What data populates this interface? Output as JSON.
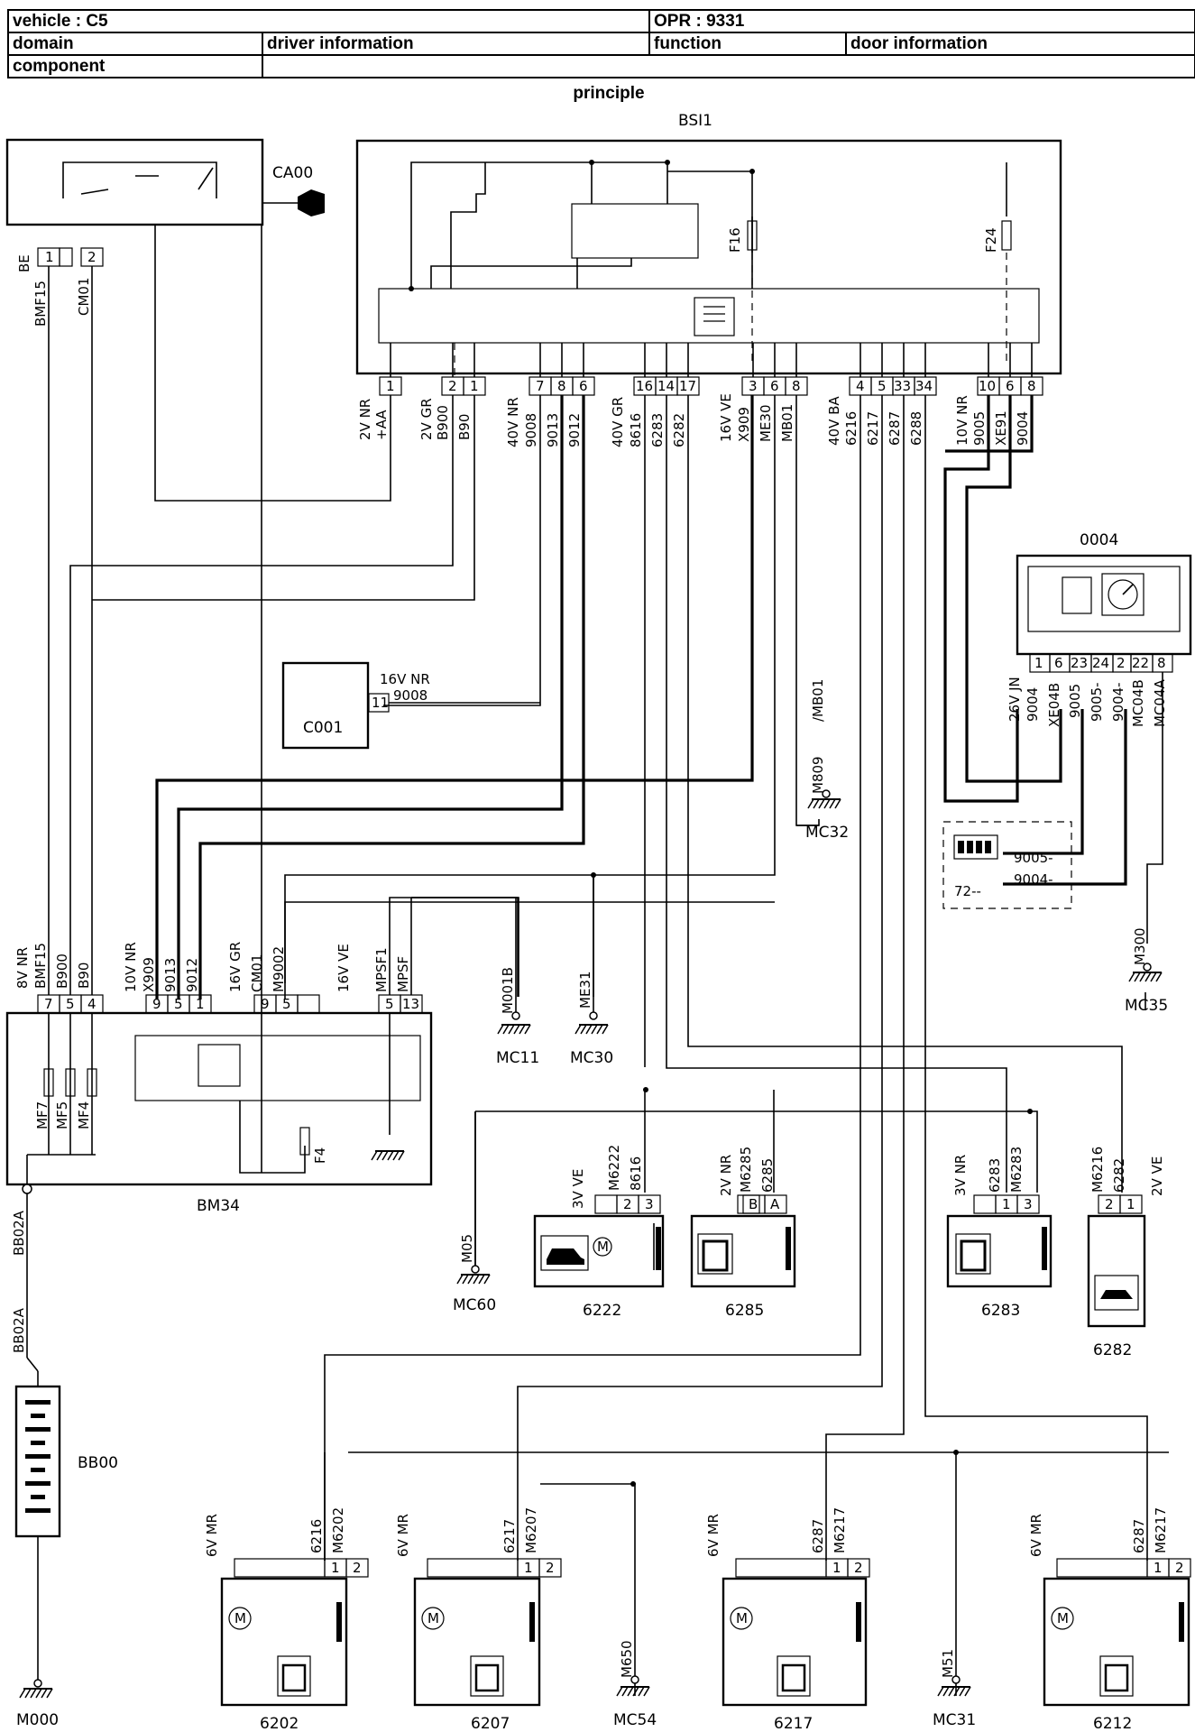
{
  "header": {
    "vehicle_label": "vehicle : C5",
    "opr_label": "OPR : 9331",
    "domain_label": "domain",
    "domain_value": "driver information",
    "function_label": "function",
    "function_value": "door information",
    "component_label": "component",
    "component_value": ""
  },
  "principle_label": "principle",
  "components": {
    "bsi": "BSI1",
    "ignition": "CA00",
    "c001": "C001",
    "bm34": "BM34",
    "cluster": "0004",
    "bb00": "BB00",
    "sw6222": "6222",
    "sw6285": "6285",
    "sw6283": "6283",
    "sw6282": "6282",
    "door6202": "6202",
    "door6207": "6207",
    "door6217": "6217",
    "door6212": "6212",
    "diag": "72--"
  },
  "grounds": {
    "mc32": "MC32",
    "mc35": "MC35",
    "mc11": "MC11",
    "mc30": "MC30",
    "mc60": "MC60",
    "mc54": "MC54",
    "mc31": "MC31",
    "m000": "M000"
  },
  "ground_wires": {
    "m809": "M809",
    "mb01": "/MB01",
    "m300": "M300",
    "m001b": "M001B",
    "me31": "ME31",
    "m05": "M05",
    "m650": "M650",
    "m51": "M51"
  },
  "fuses": {
    "f16": "F16",
    "f24": "F24",
    "mf7": "MF7",
    "mf5": "MF5",
    "mf4": "MF4",
    "f4": "F4"
  },
  "connectors": {
    "bsi_1v": "2V NR",
    "bsi_2v": "2V GR",
    "bsi_40nr": "40V NR",
    "bsi_40gr": "40V GR",
    "bsi_16ve": "16V VE",
    "bsi_40ba": "40V BA",
    "bsi_10nr": "10V NR",
    "c001_conn": "16V NR",
    "cluster_conn": "26V JN",
    "bm34_8nr": "8V NR",
    "bm34_10nr": "10V NR",
    "bm34_16gr": "16V GR",
    "bm34_16ve": "16V VE",
    "s6222": "3V VE",
    "s6285": "2V NR",
    "s6283": "3V NR",
    "s6282": "2V VE",
    "d6202": "6V MR",
    "d6207": "6V MR",
    "d6217": "6V MR",
    "d6212": "6V MR",
    "ca00_be": "BE"
  },
  "wires": {
    "ca_bmf15": "BMF15",
    "ca_cm01": "CM01",
    "aa": "+AA",
    "b900": "B900",
    "b90": "B90",
    "w9008": "9008",
    "w9013": "9013",
    "w9012": "9012",
    "w8616": "8616",
    "w6283": "6283",
    "w6282": "6282",
    "x909": "X909",
    "me30": "ME30",
    "mb01": "MB01",
    "w6216": "6216",
    "w6217": "6217",
    "w6287": "6287",
    "w6288": "6288",
    "w9005": "9005",
    "xe91": "XE91",
    "w9004": "9004",
    "c_9004": "9004",
    "c_xe04b": "XE04B",
    "c_9005": "9005",
    "c_9005m": "9005-",
    "c_9004m": "9004-",
    "c_mc04b": "MC04B",
    "c_mc04a": "MC04A",
    "c001_9008": "9008",
    "bm_bmf15": "BMF15",
    "bm_b900": "B900",
    "bm_b90": "B90",
    "bm_x909": "X909",
    "bm_9013": "9013",
    "bm_9012": "9012",
    "bm_cm01": "CM01",
    "bm_m9002": "M9002",
    "bm_mpsf1": "MPSF1",
    "bm_mpsf": "MPSF",
    "bb02a": "BB02A",
    "s1_m6222": "M6222",
    "s1_8616": "8616",
    "s2_m6285": "M6285",
    "s2_6285": "6285",
    "s3_6283": "6283",
    "s3_m6283": "M6283",
    "s4_m6216": "M6216",
    "s4_6282": "6282",
    "d1_6216": "6216",
    "d1_m6202": "M6202",
    "d2_6217": "6217",
    "d2_m6207": "M6207",
    "d3_6287": "6287",
    "d3_m6217": "M6217",
    "d4_6287": "6287",
    "d4_m6217": "M6217",
    "diag_9005": "9005-",
    "diag_9004": "9004-"
  },
  "pins": {
    "bsi": [
      "1",
      "2",
      "1",
      "7",
      "8",
      "6",
      "16",
      "14",
      "17",
      "3",
      "6",
      "8",
      "4",
      "5",
      "33",
      "34",
      "10",
      "6",
      "8"
    ],
    "cluster": [
      "1",
      "6",
      "23",
      "24",
      "2",
      "22",
      "8"
    ],
    "bm34_a": [
      "7",
      "5",
      "4"
    ],
    "bm34_b": [
      "9",
      "5",
      "1"
    ],
    "bm34_c": [
      "9",
      "5"
    ],
    "bm34_d": [
      "5",
      "13"
    ],
    "c001": [
      "11"
    ],
    "ca00": [
      "1",
      "2"
    ],
    "s6222": [
      "2",
      "3"
    ],
    "s6285": [
      "B",
      "A"
    ],
    "s6283": [
      "1",
      "3"
    ],
    "s6282": [
      "2",
      "1"
    ],
    "d1": [
      "1",
      "2"
    ],
    "d2": [
      "1",
      "2"
    ],
    "d3": [
      "1",
      "2"
    ],
    "d4": [
      "1",
      "2"
    ]
  }
}
